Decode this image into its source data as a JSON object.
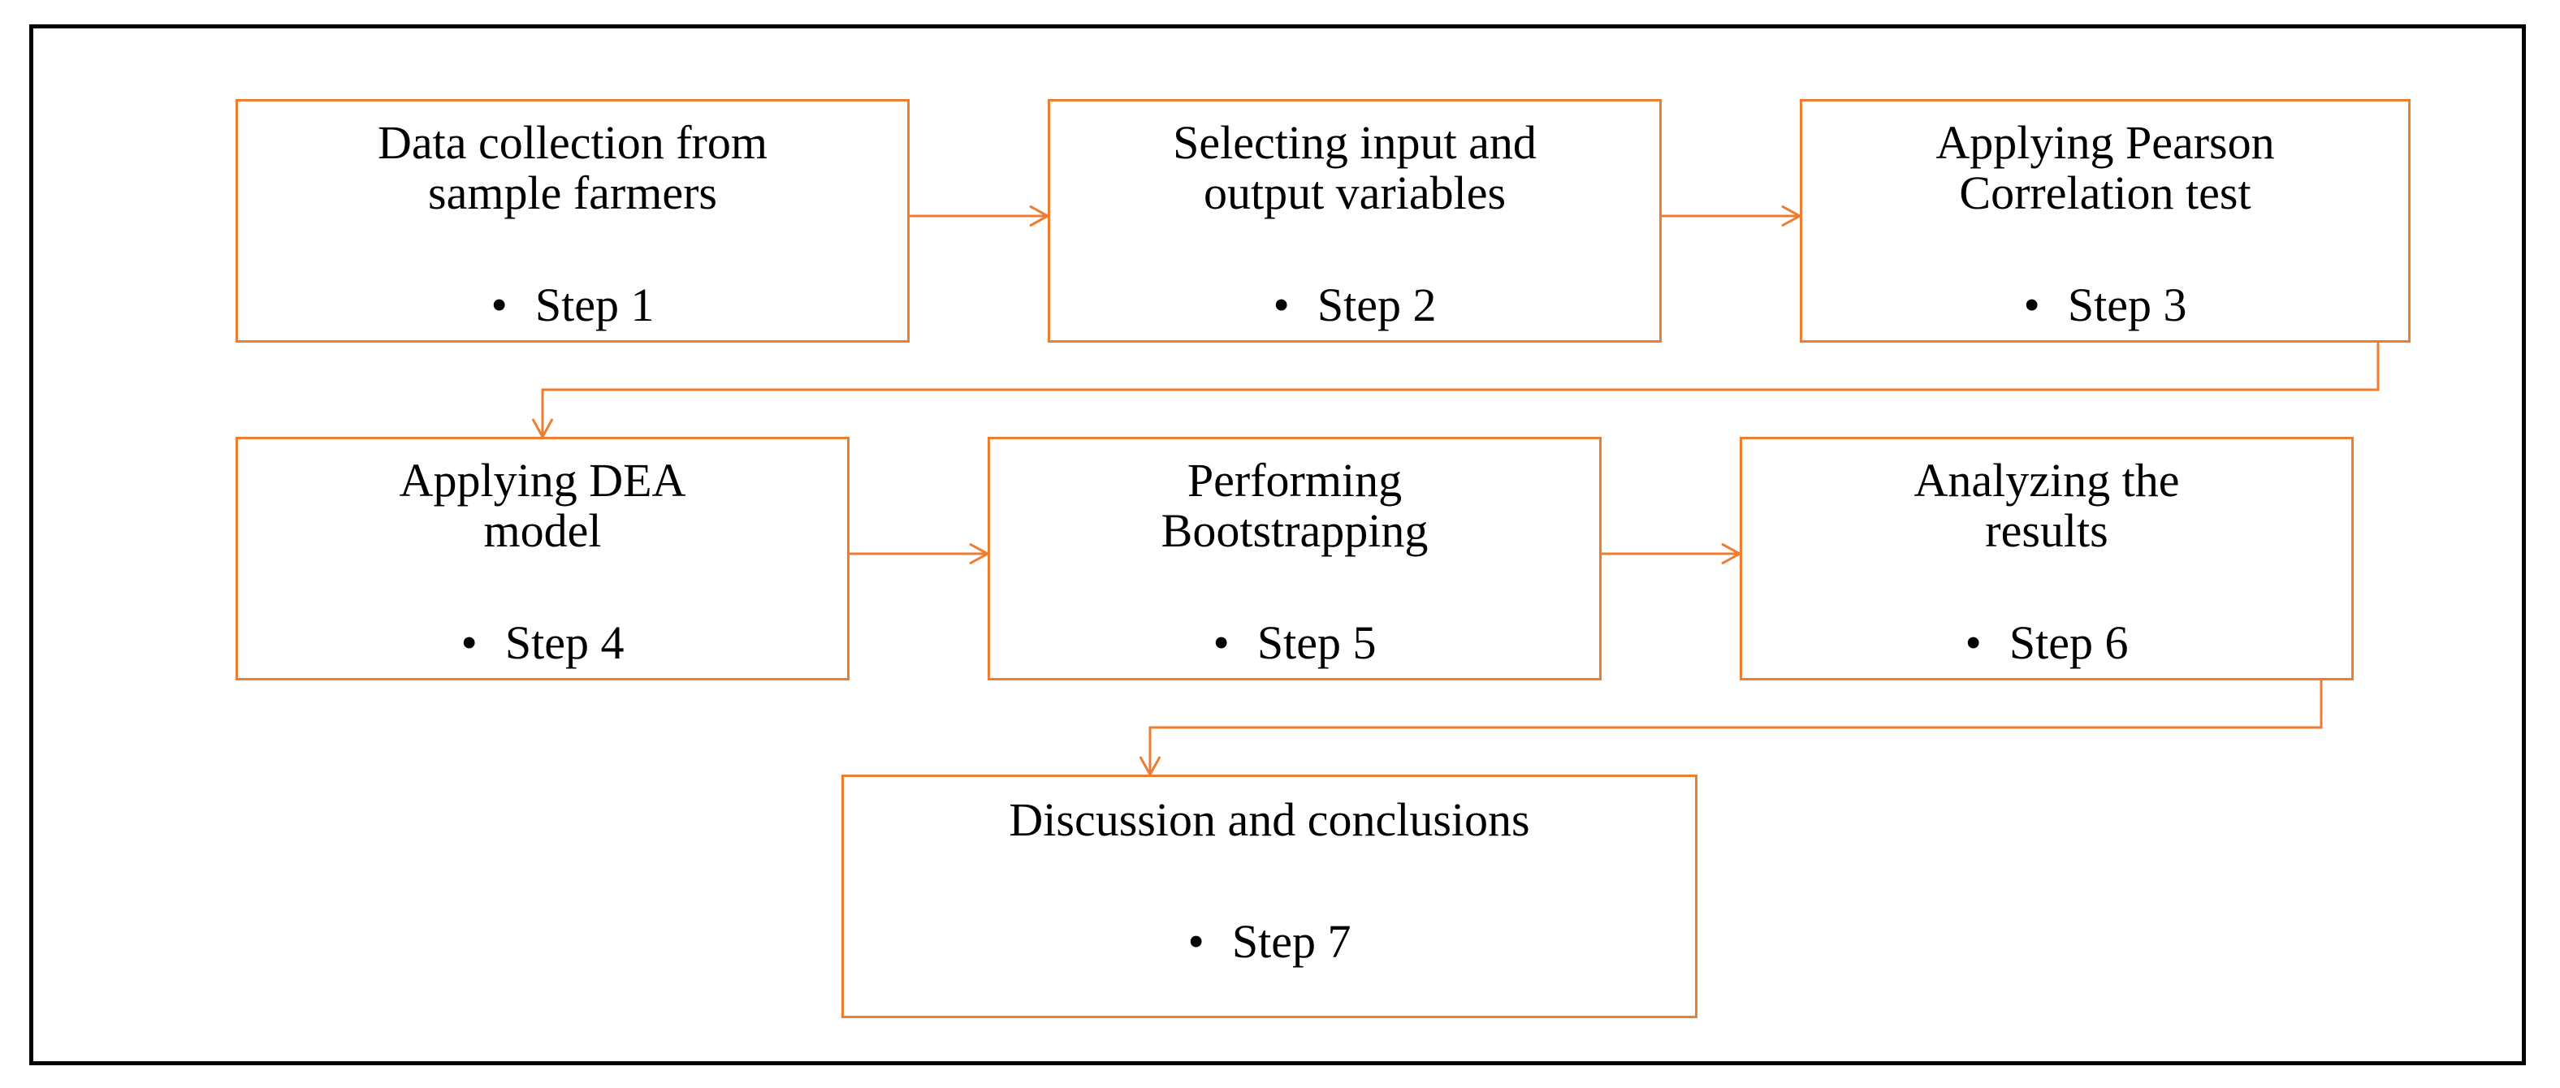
{
  "diagram": {
    "accent_color": "#ED7D31",
    "frame_color": "#000000",
    "steps": [
      {
        "title": "Data collection from\nsample farmers",
        "label": "Step 1"
      },
      {
        "title": "Selecting input and\noutput variables",
        "label": "Step 2"
      },
      {
        "title": "Applying Pearson\nCorrelation test",
        "label": "Step 3"
      },
      {
        "title": "Applying DEA\nmodel",
        "label": "Step 4"
      },
      {
        "title": "Performing\nBootstrapping",
        "label": "Step 5"
      },
      {
        "title": "Analyzing the\nresults",
        "label": "Step 6"
      },
      {
        "title": "Discussion and conclusions",
        "label": "Step 7"
      }
    ],
    "bullet_glyph": "•",
    "connections": [
      {
        "from": "Step 1",
        "to": "Step 2"
      },
      {
        "from": "Step 2",
        "to": "Step 3"
      },
      {
        "from": "Step 3",
        "to": "Step 4"
      },
      {
        "from": "Step 4",
        "to": "Step 5"
      },
      {
        "from": "Step 5",
        "to": "Step 6"
      },
      {
        "from": "Step 6",
        "to": "Step 7"
      }
    ]
  }
}
